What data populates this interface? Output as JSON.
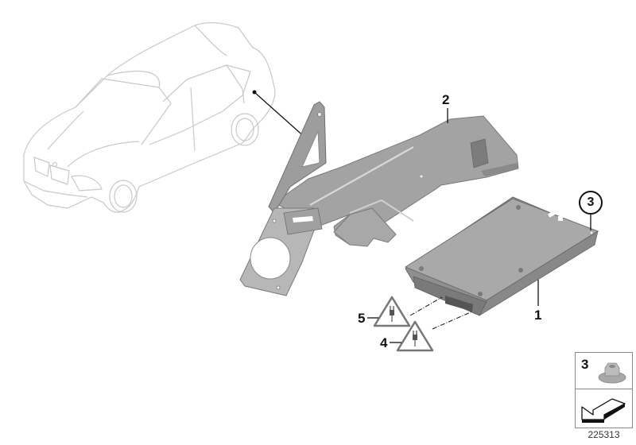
{
  "diagram": {
    "type": "exploded parts diagram",
    "colors": {
      "vehicle_outline": "#c8c8c8",
      "part_fill": "#9a9a9a",
      "part_light": "#b8b8b8",
      "part_dark": "#6e6e6e",
      "leader_line": "#111111",
      "background": "#ffffff"
    },
    "callouts": [
      {
        "id": "1",
        "label": "1",
        "part": "control-unit"
      },
      {
        "id": "2",
        "label": "2",
        "part": "holder-bracket"
      },
      {
        "id": "3",
        "label": "3",
        "part": "nut",
        "circled": true
      },
      {
        "id": "4",
        "label": "4",
        "part": "connector-warning-4"
      },
      {
        "id": "5",
        "label": "5",
        "part": "connector-warning-5"
      }
    ],
    "legend": {
      "part_number_label": "3",
      "part_icon": "hex-collar-nut-icon",
      "direction_icon": "arrow-direction-icon"
    },
    "image_id": "225313"
  }
}
